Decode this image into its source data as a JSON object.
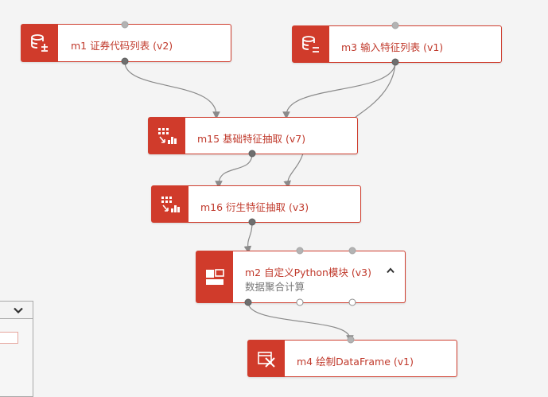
{
  "nodes": {
    "m1": {
      "title": "m1 证券代码列表 (v2)",
      "icon": "database-add-icon"
    },
    "m3": {
      "title": "m3 输入特征列表 (v1)",
      "icon": "database-remove-icon"
    },
    "m15": {
      "title": "m15 基础特征抽取 (v7)",
      "icon": "grid-chart-icon"
    },
    "m16": {
      "title": "m16 衍生特征抽取 (v3)",
      "icon": "grid-chart-icon"
    },
    "m2": {
      "title": "m2 自定义Python模块 (v3)",
      "subtitle": "数据聚合计算",
      "icon": "module-blocks-icon",
      "expanded": true
    },
    "m4": {
      "title": "m4 绘制DataFrame (v1)",
      "icon": "table-tools-icon"
    }
  },
  "colors": {
    "accent": "#d03b2b",
    "border": "#cf3f30",
    "title": "#c0392b",
    "edge": "#8a8a8a",
    "background": "#f4f4f4"
  },
  "side_panel": {
    "toggle_icon": "chevron-down-icon"
  }
}
